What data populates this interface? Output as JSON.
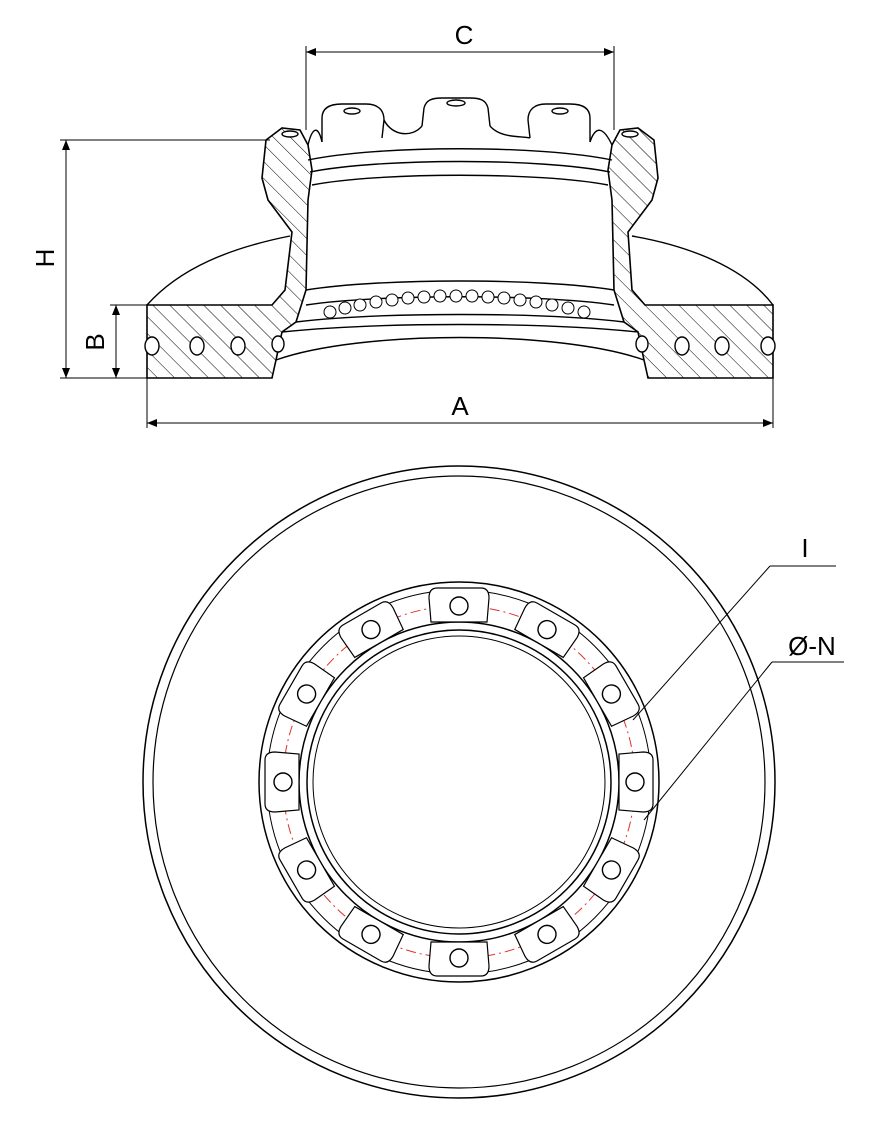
{
  "side_view": {
    "labels": {
      "C": "C",
      "H": "H",
      "B": "B",
      "A": "A"
    }
  },
  "front_view": {
    "labels": {
      "I": "I",
      "N": "Ø-N"
    },
    "bolt_hole_count": 12,
    "colors": {
      "line": "#000000",
      "pitch_circle": "#e0302a",
      "hatch": "#000000",
      "background": "#ffffff"
    }
  }
}
